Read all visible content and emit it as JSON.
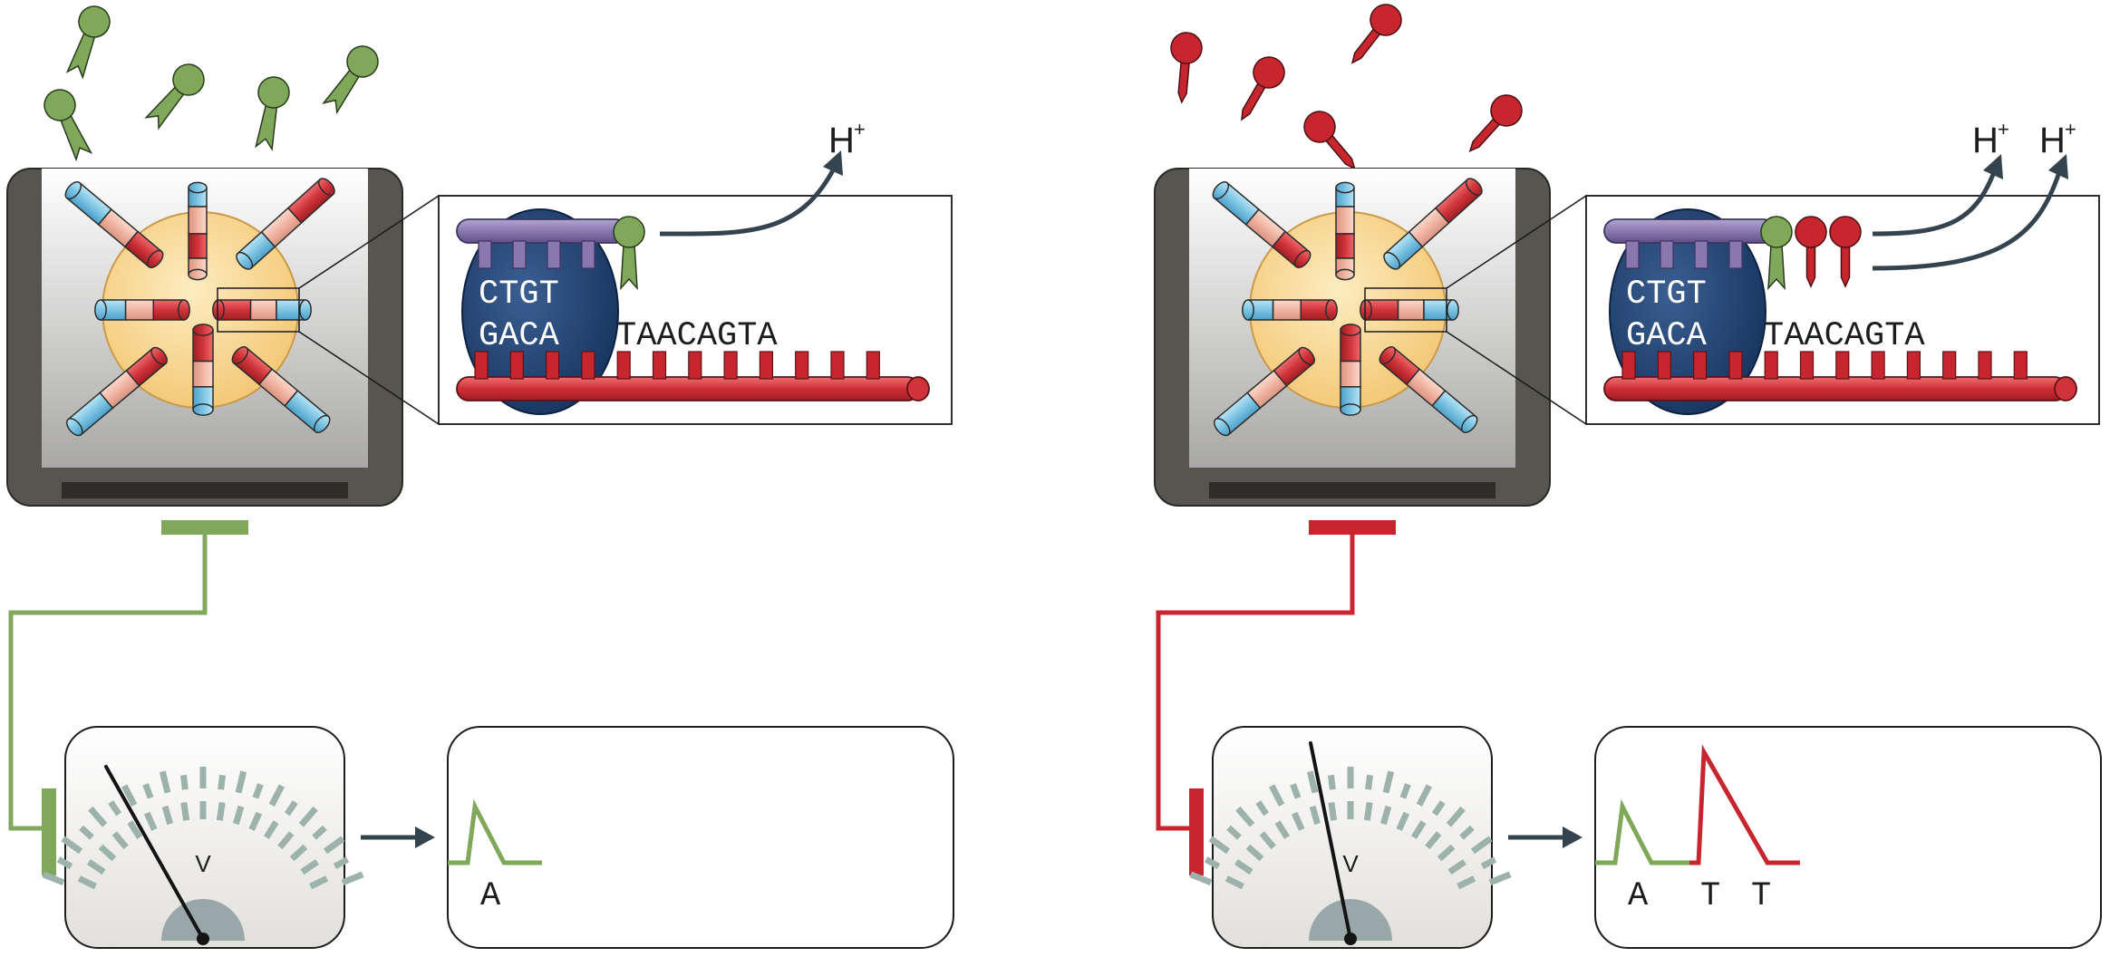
{
  "colors": {
    "green": "#7fa85a",
    "red": "#c8262f",
    "blue_protein": "#1f3f6e",
    "purple_primer": "#8878ad",
    "bead": "#f9d893",
    "dark_frame": "#5a5855",
    "arrow": "#34434d",
    "tick": "#9db1ad"
  },
  "panels": [
    {
      "id": "left",
      "color": "#7fa85a",
      "nucleotides_floating": 5,
      "template_top": "CTGT",
      "template_bottom": "GACA",
      "template_rest": "TAACAGTA",
      "incorporated_nucleotides": 1,
      "hplus_labels": [
        {
          "base": "H",
          "sup": "+"
        }
      ],
      "voltmeter_label": "V",
      "needle_icon": "meter-needle-icon",
      "trace_labels": [
        "A"
      ]
    },
    {
      "id": "right",
      "color": "#c8262f",
      "nucleotides_floating": 5,
      "template_top": "CTGT",
      "template_bottom": "GACA",
      "template_rest": "TAACAGTA",
      "incorporated_nucleotides": 3,
      "hplus_labels": [
        {
          "base": "H",
          "sup": "+"
        },
        {
          "base": "H",
          "sup": "+"
        }
      ],
      "voltmeter_label": "V",
      "needle_icon": "meter-needle-icon",
      "trace_labels": [
        "A",
        "T",
        "T"
      ]
    }
  ]
}
